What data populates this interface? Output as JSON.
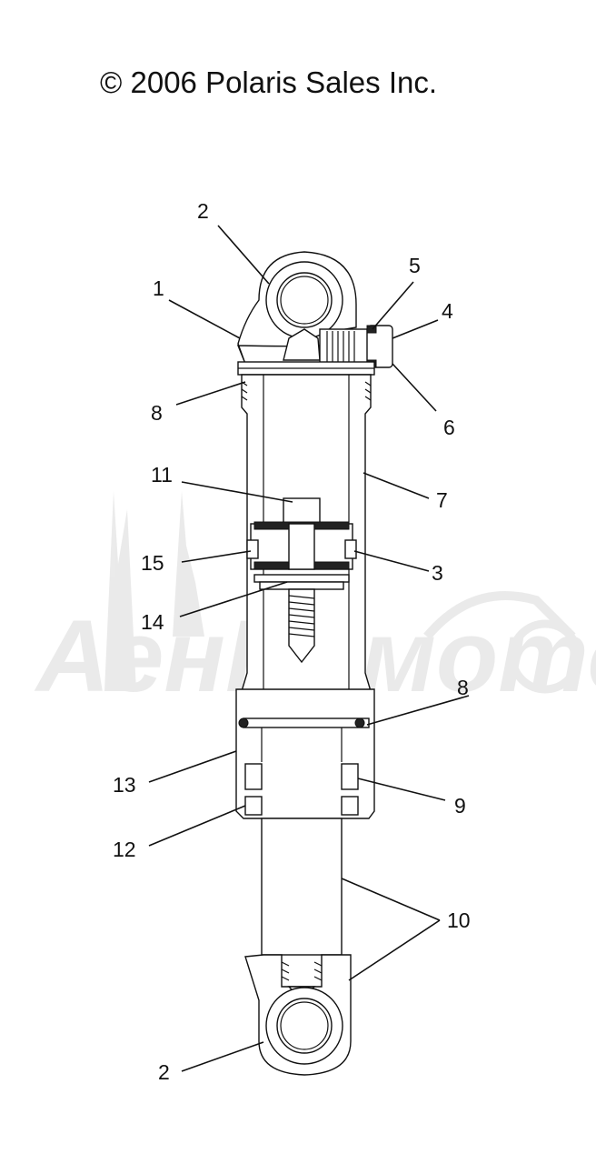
{
  "copyright": "© 2006 Polaris Sales Inc.",
  "watermark": "АенПомото",
  "callouts": [
    "1",
    "2",
    "2",
    "3",
    "4",
    "5",
    "6",
    "7",
    "8",
    "8",
    "9",
    "10",
    "11",
    "12",
    "13",
    "14",
    "15"
  ]
}
